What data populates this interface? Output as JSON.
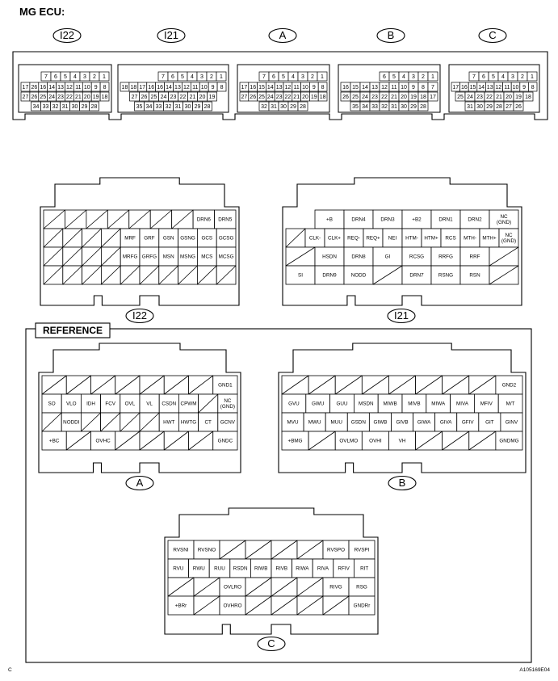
{
  "title": "MG ECU:",
  "reference_label": "REFERENCE",
  "corner_letter": "C",
  "figure_code": "A105169E04",
  "top_connectors": [
    {
      "label": "I22",
      "rows": [
        [
          "7",
          "6",
          "5",
          "4",
          "3",
          "2",
          "1"
        ],
        [
          "17",
          "26",
          "16",
          "14",
          "13",
          "12",
          "11",
          "10",
          "9",
          "8"
        ],
        [
          "27",
          "26",
          "25",
          "24",
          "23",
          "22",
          "21",
          "20",
          "19",
          "18"
        ],
        [
          "34",
          "33",
          "32",
          "31",
          "30",
          "29",
          "28"
        ]
      ]
    },
    {
      "label": "I21",
      "rows": [
        [
          "7",
          "6",
          "5",
          "4",
          "3",
          "2",
          "1"
        ],
        [
          "18",
          "18",
          "17",
          "16",
          "16",
          "14",
          "13",
          "12",
          "11",
          "10",
          "9",
          "8"
        ],
        [
          "27",
          "26",
          "25",
          "24",
          "23",
          "22",
          "21",
          "20",
          "19"
        ],
        [
          "35",
          "34",
          "33",
          "32",
          "31",
          "30",
          "29",
          "28"
        ]
      ]
    },
    {
      "label": "A",
      "rows": [
        [
          "7",
          "6",
          "5",
          "4",
          "3",
          "2",
          "1"
        ],
        [
          "17",
          "16",
          "15",
          "14",
          "13",
          "12",
          "11",
          "10",
          "9",
          "8"
        ],
        [
          "27",
          "26",
          "25",
          "24",
          "23",
          "22",
          "21",
          "20",
          "19",
          "18"
        ],
        [
          "32",
          "31",
          "30",
          "29",
          "28"
        ]
      ]
    },
    {
      "label": "B",
      "rows": [
        [
          "6",
          "5",
          "4",
          "3",
          "2",
          "1"
        ],
        [
          "16",
          "15",
          "14",
          "13",
          "12",
          "11",
          "10",
          "9",
          "8",
          "7"
        ],
        [
          "26",
          "25",
          "24",
          "23",
          "22",
          "21",
          "20",
          "19",
          "18",
          "17"
        ],
        [
          "35",
          "34",
          "33",
          "32",
          "31",
          "30",
          "29",
          "28"
        ]
      ]
    },
    {
      "label": "C",
      "rows": [
        [
          "7",
          "6",
          "5",
          "4",
          "3",
          "2",
          "1"
        ],
        [
          "17",
          "16",
          "15",
          "14",
          "13",
          "12",
          "11",
          "10",
          "9",
          "8"
        ],
        [
          "25",
          "24",
          "23",
          "22",
          "21",
          "20",
          "19",
          "18"
        ],
        [
          "31",
          "30",
          "29",
          "28",
          "27",
          "26"
        ]
      ]
    }
  ],
  "pin_diagrams": [
    {
      "label": "I22",
      "rows": [
        [
          "/",
          "/",
          "/",
          "/",
          "/",
          "/",
          "/",
          "DRN6",
          "DRN5"
        ],
        [
          "/",
          "/",
          "/",
          "/",
          "MRF",
          "GRF",
          "GSN",
          "GSNG",
          "GCS",
          "GCSG"
        ],
        [
          "/",
          "/",
          "/",
          "/",
          "MRFG",
          "GRFG",
          "MSN",
          "MSNG",
          "MCS",
          "MCSG"
        ],
        [
          "/",
          "/",
          "/",
          "/",
          "/",
          "/",
          "/",
          "/",
          "/",
          "/"
        ]
      ]
    },
    {
      "label": "I21",
      "rows": [
        [
          "+B",
          "DRN4",
          "DRN3",
          "+B2",
          "DRN1",
          "DRN2",
          "NC (GND)"
        ],
        [
          "/",
          "CLK-",
          "CLK+",
          "REQ-",
          "REQ+",
          "NEI",
          "HTM-",
          "HTM+",
          "RCS",
          "MTH-",
          "MTH+",
          "NC (GND)"
        ],
        [
          "/",
          "HSDN",
          "DRN8",
          "GI",
          "RCSG",
          "RRFG",
          "RRF",
          "/"
        ],
        [
          "SI",
          "DRN9",
          "NODD",
          "/",
          "DRN7",
          "RSNG",
          "RSN",
          "/"
        ]
      ]
    },
    {
      "label": "A",
      "rows": [
        [
          "/",
          "/",
          "/",
          "/",
          "/",
          "/",
          "/",
          "GND1"
        ],
        [
          "SO",
          "VLO",
          "IDH",
          "FCV",
          "OVL",
          "VL",
          "CSDN",
          "CPWM",
          "/",
          "NC (GND)"
        ],
        [
          "/",
          "NODDI",
          "/",
          "/",
          "/",
          "/",
          "HWT",
          "HWTG",
          "CT",
          "GCNV"
        ],
        [
          "+BC",
          "/",
          "OVHC",
          "/",
          "/",
          "/",
          "/",
          "GNDC"
        ]
      ]
    },
    {
      "label": "B",
      "rows": [
        [
          "/",
          "/",
          "/",
          "/",
          "/",
          "/",
          "/",
          "/",
          "GND2"
        ],
        [
          "GVU",
          "GWU",
          "GUU",
          "MSDN",
          "MIWB",
          "MIVB",
          "MIWA",
          "MIVA",
          "MFIV",
          "M/T"
        ],
        [
          "MVU",
          "MWU",
          "MUU",
          "GSDN",
          "GIWB",
          "GIVB",
          "GIWA",
          "GIVA",
          "GFIV",
          "GIT",
          "GINV"
        ],
        [
          "+BMG",
          "/",
          "OVLMO",
          "OVHI",
          "VH",
          "/",
          "/",
          "/",
          "GNDMG"
        ]
      ]
    },
    {
      "label": "C",
      "rows": [
        [
          "RVSNI",
          "RVSNO",
          "/",
          "/",
          "/",
          "/",
          "RVSPO",
          "RVSPI"
        ],
        [
          "RVU",
          "RWU",
          "RUU",
          "RSDN",
          "RIWB",
          "RIVB",
          "RIWA",
          "RIVA",
          "RFIV",
          "RIT"
        ],
        [
          "/",
          "/",
          "OVLRO",
          "/",
          "/",
          "/",
          "RIVG",
          "RSG"
        ],
        [
          "+BRr",
          "/",
          "OVHRO",
          "/",
          "/",
          "/",
          "/",
          "GNDRr"
        ]
      ]
    }
  ]
}
